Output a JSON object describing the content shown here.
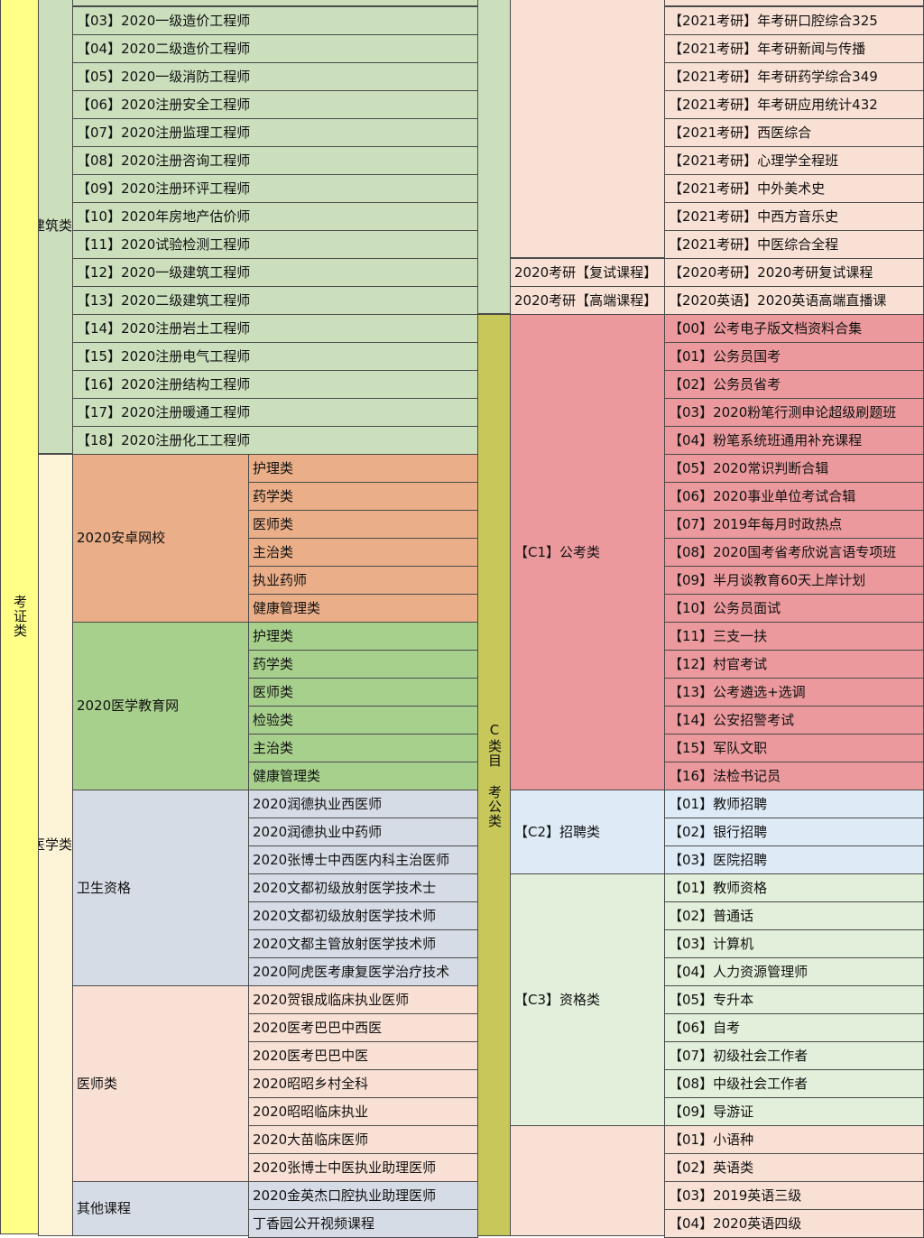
{
  "colors": {
    "kaozheng_col": "#ffff88",
    "jianzhu": "#cbdfbc",
    "yixue_col": "#fdf4d8",
    "anzhuo": "#eaae88",
    "yixue_jiaoyu": "#a8d08d",
    "weisheng": "#d6dce5",
    "yishi": "#f8e0d4",
    "qita": "#d6dce5",
    "kaoyan": "#f8e0d4",
    "c_col": "#c8c85a",
    "gongkao": "#eb999d",
    "zhaopin": "#deebf7",
    "zige": "#e2efda",
    "waiyu": "#f8e0d4"
  },
  "left": {
    "kaozheng_label": "考证类",
    "jianzhu_label": "建筑类",
    "yixue_label": "医学类",
    "jianzhu_items": [
      "【03】2020一级造价工程师",
      "【04】2020二级造价工程师",
      "【05】2020一级消防工程师",
      "【06】2020注册安全工程师",
      "【07】2020注册监理工程师",
      "【08】2020注册咨询工程师",
      "【09】2020注册环评工程师",
      "【10】2020年房地产估价师",
      "【11】2020试验检测工程师",
      "【12】2020一级建筑工程师",
      "【13】2020二级建筑工程师",
      "【14】2020注册岩土工程师",
      "【15】2020注册电气工程师",
      "【16】2020注册结构工程师",
      "【17】2020注册暖通工程师",
      "【18】2020注册化工工程师"
    ],
    "groups": [
      {
        "name": "2020安卓网校",
        "items": [
          "护理类",
          "药学类",
          "医师类",
          "主治类",
          "执业药师",
          "健康管理类"
        ]
      },
      {
        "name": "2020医学教育网",
        "items": [
          "护理类",
          "药学类",
          "医师类",
          "检验类",
          "主治类",
          "健康管理类"
        ]
      },
      {
        "name": "卫生资格",
        "items": [
          "2020润德执业西医师",
          "2020润德执业中药师",
          "2020张博士中西医内科主治医师",
          "2020文都初级放射医学技术士",
          "2020文都初级放射医学技术师",
          "2020文都主管放射医学技术师",
          "2020阿虎医考康复医学治疗技术"
        ]
      },
      {
        "name": "医师类",
        "items": [
          "2020贺银成临床执业医师",
          "2020医考巴巴中西医",
          "2020医考巴巴中医",
          "2020昭昭乡村全科",
          "2020昭昭临床执业",
          "2020大苗临床医师",
          "2020张博士中医执业助理医师"
        ]
      },
      {
        "name": "其他课程",
        "items": [
          "2020金英杰口腔执业助理医师",
          "丁香园公开视频课程"
        ]
      }
    ]
  },
  "right": {
    "c_label": "C类目 考公类",
    "kaoyan_items": [
      "【2021考研】年考研口腔综合325",
      "【2021考研】年考研新闻与传播",
      "【2021考研】年考研药学综合349",
      "【2021考研】年考研应用统计432",
      "【2021考研】西医综合",
      "【2021考研】心理学全程班",
      "【2021考研】中外美术史",
      "【2021考研】中西方音乐史",
      "【2021考研】中医综合全程"
    ],
    "kaoyan_sub": [
      {
        "name": "2020考研【复试课程】",
        "item": "【2020考研】2020考研复试课程"
      },
      {
        "name": "2020考研【高端课程】",
        "item": "【2020英语】2020英语高端直播课"
      }
    ],
    "groups": [
      {
        "name": "【C1】公考类",
        "items": [
          "【00】公考电子版文档资料合集",
          "【01】公务员国考",
          "【02】公务员省考",
          "【03】2020粉笔行测申论超级刷题班",
          "【04】粉笔系统班通用补充课程",
          "【05】2020常识判断合辑",
          "【06】2020事业单位考试合辑",
          "【07】2019年每月时政热点",
          "【08】2020国考省考欣说言语专项班",
          "【09】半月谈教育60天上岸计划",
          "【10】公务员面试",
          "【11】三支一扶",
          "【12】村官考试",
          "【13】公考遴选+选调",
          "【14】公安招警考试",
          "【15】军队文职",
          "【16】法检书记员"
        ]
      },
      {
        "name": "【C2】招聘类",
        "items": [
          "【01】教师招聘",
          "【02】银行招聘",
          "【03】医院招聘"
        ]
      },
      {
        "name": "【C3】资格类",
        "items": [
          "【01】教师资格",
          "【02】普通话",
          "【03】计算机",
          "【04】人力资源管理师",
          "【05】专升本",
          "【06】自考",
          "【07】初级社会工作者",
          "【08】中级社会工作者",
          "【09】导游证"
        ]
      },
      {
        "name": "",
        "items": [
          "【01】小语种",
          "【02】英语类",
          "【03】2019英语三级",
          "【04】2020英语四级"
        ]
      }
    ]
  }
}
